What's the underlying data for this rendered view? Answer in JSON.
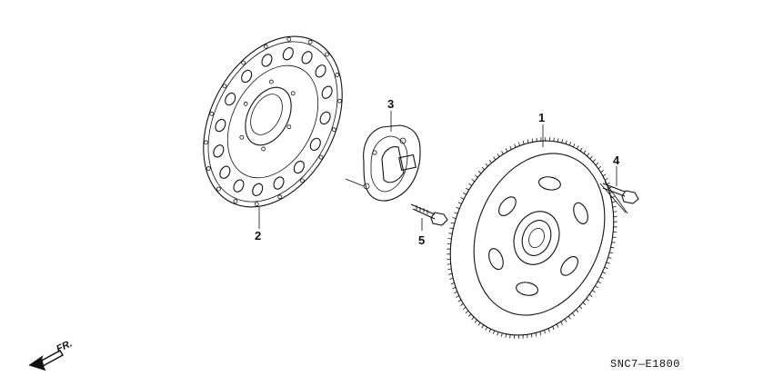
{
  "diagram": {
    "diagram_code": "SNC7—E1800",
    "direction_label": "FR.",
    "callouts": [
      {
        "id": "1",
        "label": "1"
      },
      {
        "id": "2",
        "label": "2"
      },
      {
        "id": "3",
        "label": "3"
      },
      {
        "id": "4",
        "label": "4"
      },
      {
        "id": "5",
        "label": "5"
      }
    ]
  }
}
